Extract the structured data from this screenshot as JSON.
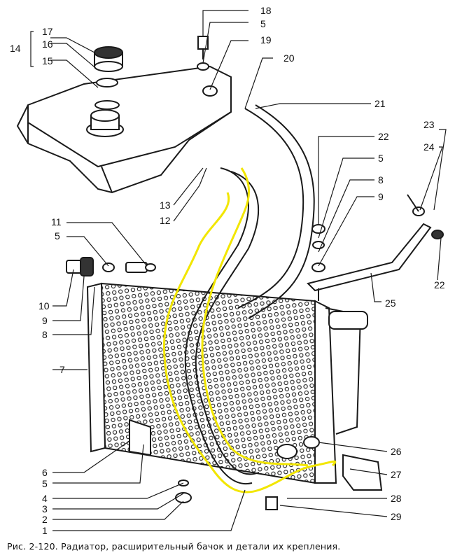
{
  "figure": {
    "callouts": {
      "n1": "1",
      "n2": "2",
      "n3": "3",
      "n4": "4",
      "n5_bottom": "5",
      "n6": "6",
      "n7": "7",
      "n8": "8",
      "n9": "9",
      "n10": "10",
      "n11": "11",
      "n5_left": "5",
      "n12": "12",
      "n13": "13",
      "n14": "14",
      "n15": "15",
      "n16": "16",
      "n17": "17",
      "n18": "18",
      "n5_top": "5",
      "n19": "19",
      "n20": "20",
      "n21": "21",
      "n22_upper": "22",
      "n5_right": "5",
      "n8_right": "8",
      "n9_right": "9",
      "n23": "23",
      "n24": "24",
      "n22_lower": "22",
      "n25": "25",
      "n26": "26",
      "n27": "27",
      "n28": "28",
      "n29": "29"
    },
    "colors": {
      "ink": "#1a1a1a",
      "highlight": "#f2e600",
      "paper": "#ffffff"
    }
  },
  "caption": "Рис. 2-120. Радиатор, расширительный бачок и детали их крепления."
}
